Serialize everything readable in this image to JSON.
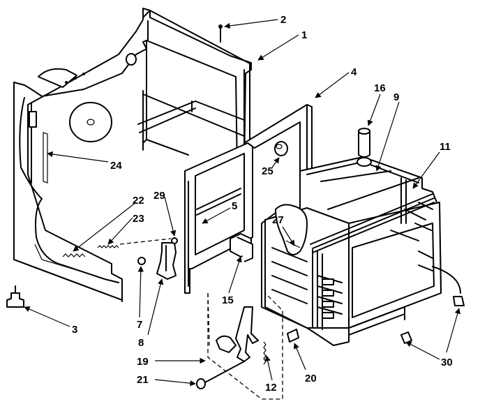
{
  "diagram": {
    "part_labels": {
      "p1": "1",
      "p2": "2",
      "p3": "3",
      "p4": "4",
      "p5": "5",
      "p7": "7",
      "p8": "8",
      "p9": "9",
      "p11": "11",
      "p12": "12",
      "p15": "15",
      "p16": "16",
      "p19": "19",
      "p20": "20",
      "p21": "21",
      "p22": "22",
      "p23": "23",
      "p24": "24",
      "p25": "25",
      "p27": "27",
      "p29": "29",
      "p30": "30"
    }
  }
}
